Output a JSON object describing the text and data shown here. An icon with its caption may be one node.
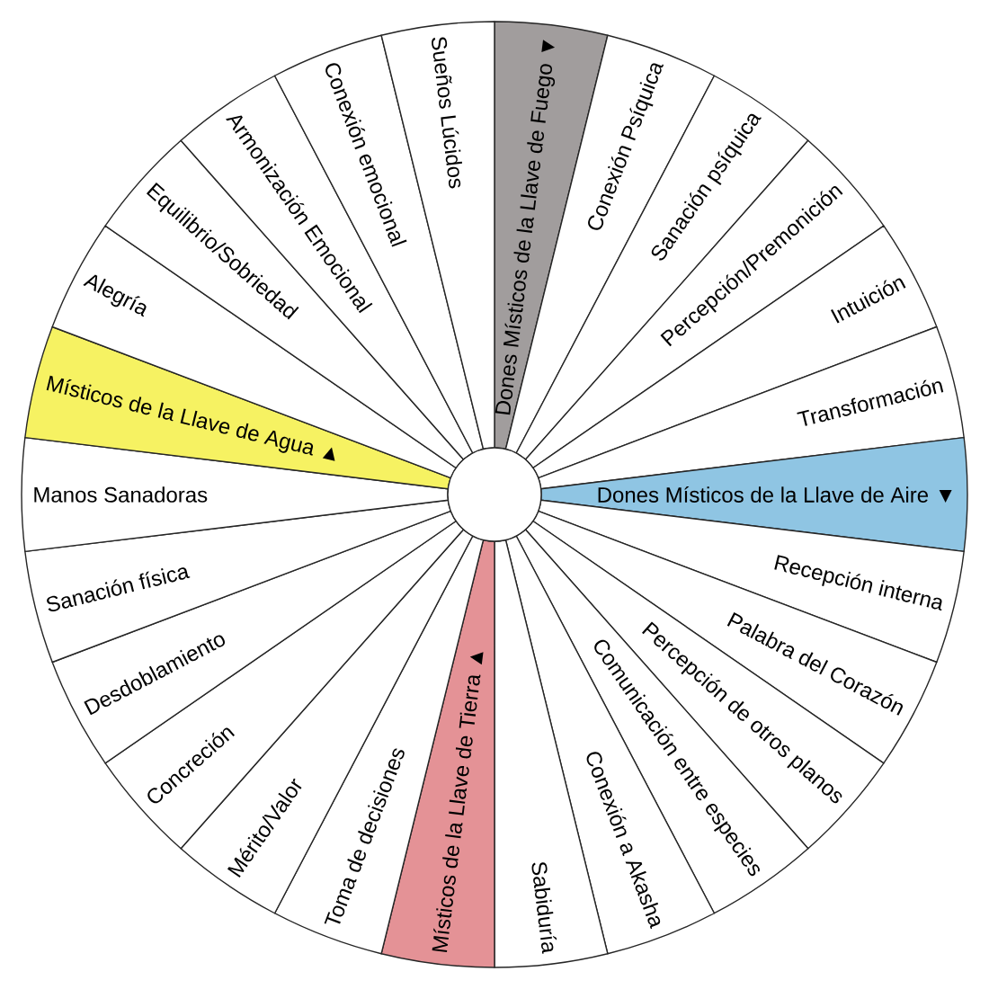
{
  "diagram": {
    "nodes": [
      {
        "text": [
          "Dones Místicos de la Llave de Fuego ▼"
        ]
      },
      {
        "text": [
          "Conexión Psíquica"
        ]
      },
      {
        "text": [
          "Sanación psíquica"
        ]
      },
      {
        "text": [
          "Percepción/Premonición"
        ]
      },
      {
        "text": [
          "Intuición"
        ]
      },
      {
        "text": [
          "Transformación"
        ]
      },
      {
        "text": [
          "Dones Místicos de la Llave de Aire ▼"
        ]
      },
      {
        "text": [
          "Recepción interna"
        ]
      },
      {
        "text": [
          "Palabra del Corazón"
        ]
      },
      {
        "text": [
          "Percepción de otros planos"
        ]
      },
      {
        "text": [
          "Comunicación entre especies"
        ]
      },
      {
        "text": [
          "Conexión a Akasha"
        ]
      },
      {
        "text": [
          "Sabiduría"
        ]
      },
      {
        "text": [
          "Místicos de la Llave de Tierra ▲"
        ]
      },
      {
        "text": [
          "Toma de decisiones"
        ]
      },
      {
        "text": [
          "Mérito/Valor"
        ]
      },
      {
        "text": [
          "Concreción"
        ]
      },
      {
        "text": [
          "Desdoblamiento"
        ]
      },
      {
        "text": [
          "Sanación física"
        ]
      },
      {
        "text": [
          "Manos Sanadoras"
        ]
      },
      {
        "text": [
          "Místicos de la Llave de Agua ▲"
        ]
      },
      {
        "text": [
          "Alegría"
        ]
      },
      {
        "text": [
          "Equilibrio/Sobriedad"
        ]
      },
      {
        "text": [
          "Armonización Emocional"
        ]
      },
      {
        "text": [
          "Conexión emocional"
        ]
      },
      {
        "text": [
          "Sueños Lúcidos"
        ]
      }
    ]
  }
}
